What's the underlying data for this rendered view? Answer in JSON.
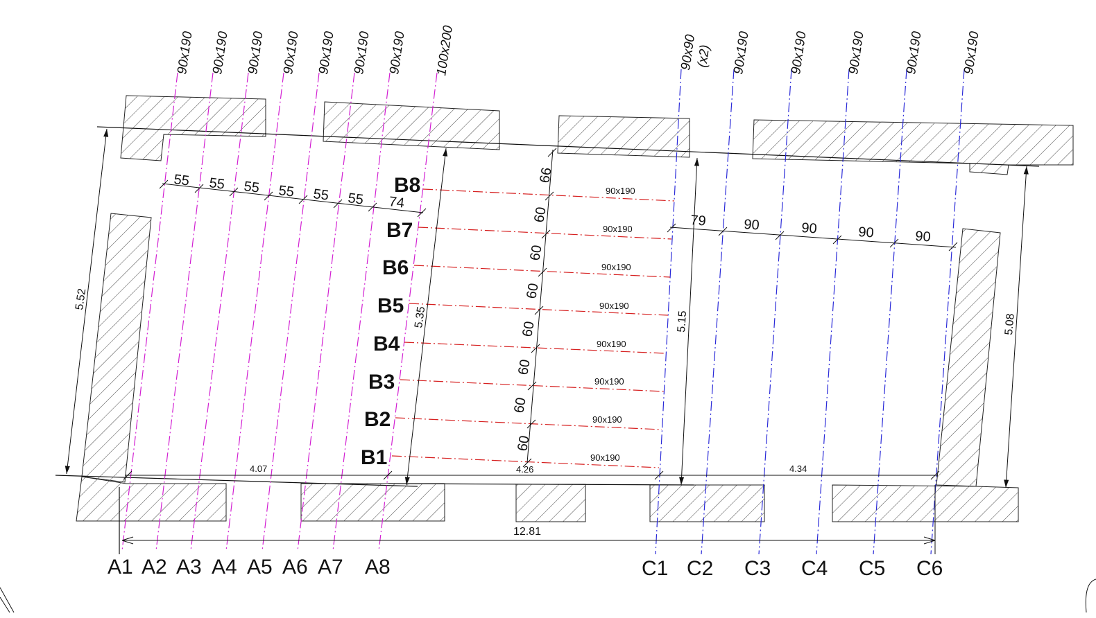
{
  "axes_a": {
    "labels": [
      "A1",
      "A2",
      "A3",
      "A4",
      "A5",
      "A6",
      "A7",
      "A8"
    ],
    "sections": [
      "90x190",
      "90x190",
      "90x190",
      "90x190",
      "90x190",
      "90x190",
      "90x190",
      "100x200"
    ],
    "color": "#d21fd2"
  },
  "axes_c": {
    "labels": [
      "C1",
      "C2",
      "C3",
      "C4",
      "C5",
      "C6"
    ],
    "sections": [
      "90x90",
      "90x190",
      "90x190",
      "90x190",
      "90x190",
      "90x190"
    ],
    "c1_qty": "(x2)",
    "color": "#2a2ad8"
  },
  "axes_b": {
    "labels": [
      "B8",
      "B7",
      "B6",
      "B5",
      "B4",
      "B3",
      "B2",
      "B1"
    ],
    "sections": [
      "90x190",
      "90x190",
      "90x190",
      "90x190",
      "90x190",
      "90x190",
      "90x190",
      "90x190"
    ],
    "color": "#d62020"
  },
  "dims": {
    "top_left_spacing": [
      "55",
      "55",
      "55",
      "55",
      "55",
      "55",
      "74"
    ],
    "top_right_spacing": [
      "79",
      "90",
      "90",
      "90",
      "90"
    ],
    "middle_spacing": [
      "66",
      "60",
      "60",
      "60",
      "60",
      "60",
      "60",
      "60"
    ],
    "bottom_segments": [
      "4.07",
      "4.26",
      "4.34"
    ],
    "total_length": "12.81",
    "height_left": "5.52",
    "height_a8": "5.35",
    "height_c1": "5.15",
    "height_right": "5.08"
  }
}
